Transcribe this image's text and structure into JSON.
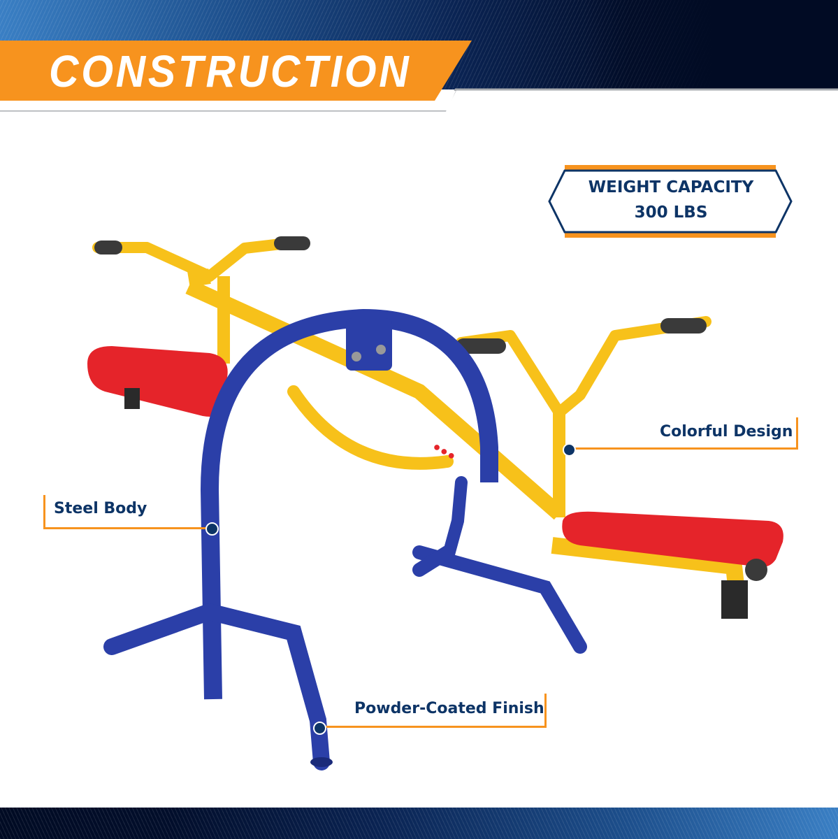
{
  "header": {
    "title": "CONSTRUCTION"
  },
  "badge": {
    "line1": "WEIGHT CAPACITY",
    "line2": "300 LBS"
  },
  "callouts": [
    {
      "label": "Colorful Design"
    },
    {
      "label": "Steel Body"
    },
    {
      "label": "Powder-Coated Finish"
    }
  ],
  "product": {
    "name": "seesaw",
    "colors": {
      "frame": "#2b3fa8",
      "beam": "#f7c11a",
      "seat": "#e5242a",
      "grip": "#3a3a3a"
    }
  },
  "theme": {
    "accent_orange": "#f7931e",
    "navy": "#0d3466",
    "header_dark": "#010b24",
    "header_light": "#3a7fc4"
  }
}
